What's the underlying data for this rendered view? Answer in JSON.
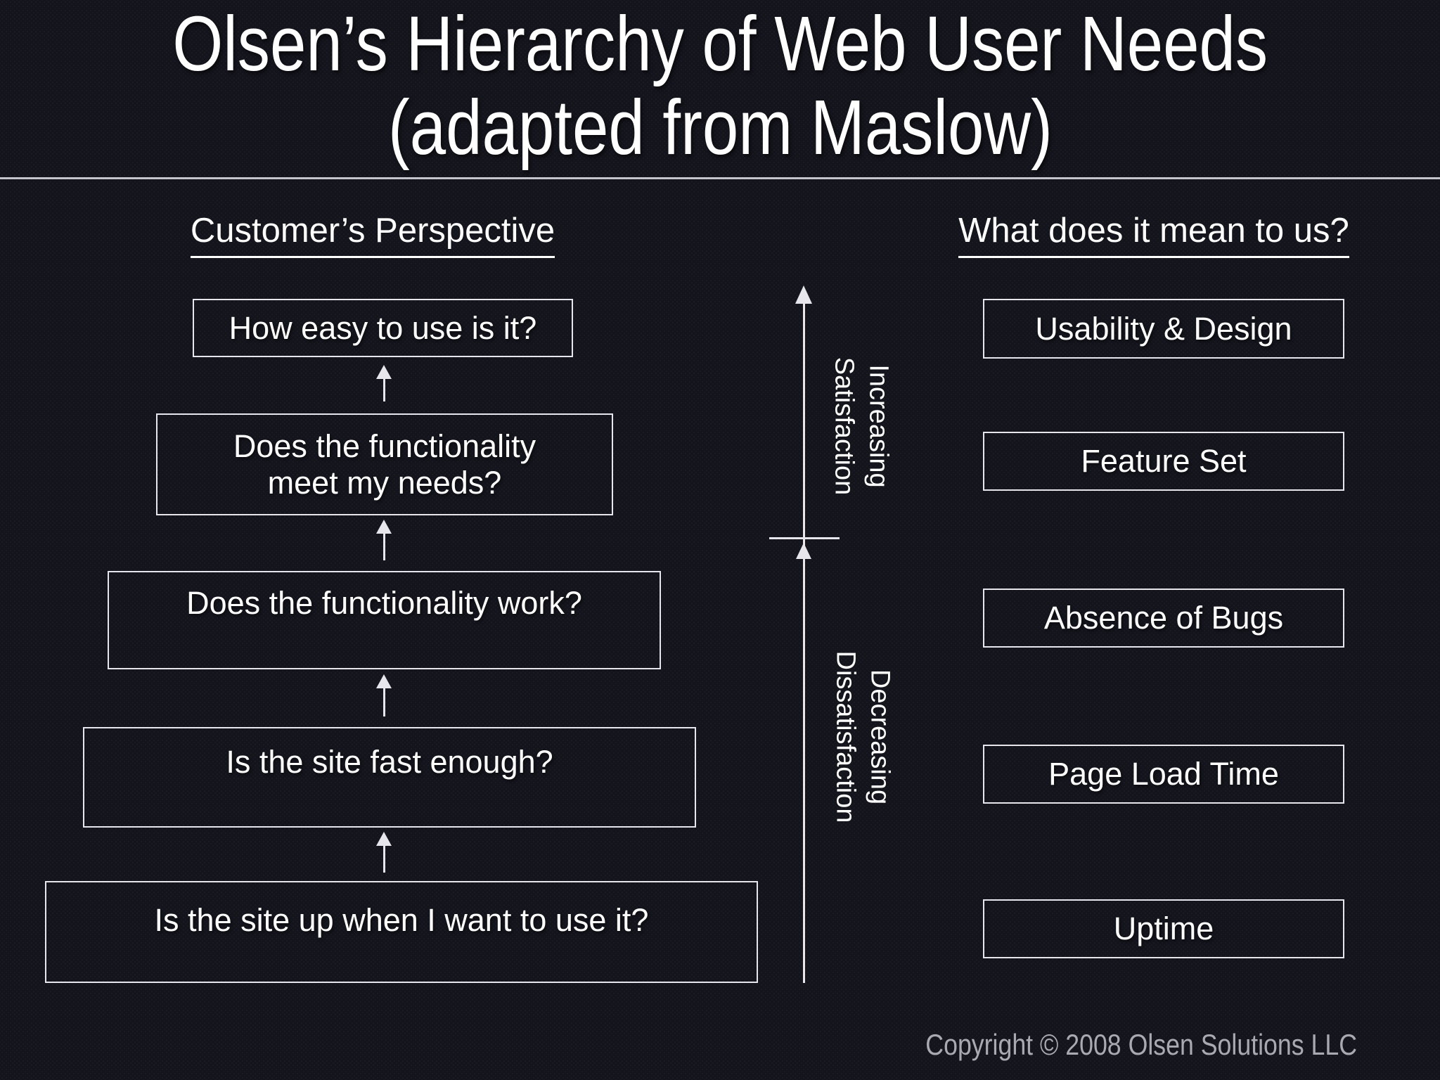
{
  "title": {
    "line1": "Olsen’s Hierarchy of Web User Needs",
    "line2": "(adapted from Maslow)"
  },
  "headers": {
    "left": "Customer’s Perspective",
    "right": "What does it mean to us?"
  },
  "customer_boxes": [
    {
      "text": "How easy to use is it?"
    },
    {
      "line1": "Does the functionality",
      "line2": "meet my needs?"
    },
    {
      "text": "Does the functionality work?"
    },
    {
      "text": "Is the site fast enough?"
    },
    {
      "text": "Is the site up when I want to use it?"
    }
  ],
  "meaning_boxes": [
    {
      "text": "Usability & Design"
    },
    {
      "text": "Feature Set"
    },
    {
      "text": "Absence of Bugs"
    },
    {
      "text": "Page Load Time"
    },
    {
      "text": "Uptime"
    }
  ],
  "axis": {
    "increasing": {
      "line1": "Increasing",
      "line2": "Satisfaction"
    },
    "decreasing": {
      "line1": "Decreasing",
      "line2": "Dissatisfaction"
    }
  },
  "footer": {
    "copyright": "Copyright © 2008 Olsen Solutions LLC"
  },
  "colors": {
    "background": "#14141d",
    "text": "#ffffff",
    "line": "#e6e6ec",
    "separator": "#c4c4cc",
    "muted": "#a9a9b1"
  }
}
